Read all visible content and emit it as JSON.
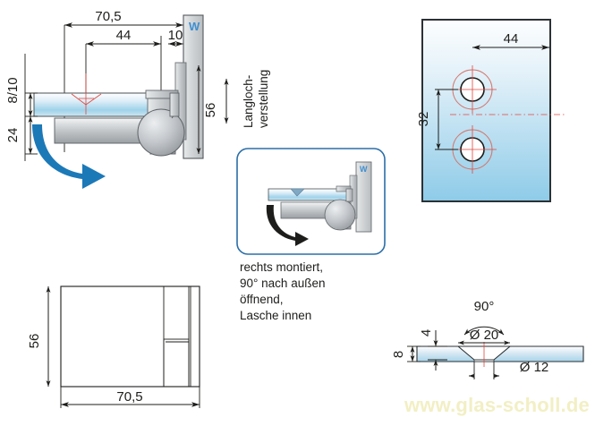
{
  "drawing": {
    "title": "Glass door hinge technical drawing",
    "watermark": "www.glas-scholl.de"
  },
  "views": {
    "main_section": {
      "name": "side-section-view",
      "labels": {
        "wall": "W",
        "dim_total": "70,5",
        "dim_mid": "44",
        "dim_small": "10",
        "dim_glass": "8/10",
        "dim_drop": "24",
        "dim_height": "56"
      }
    },
    "adjust_note": {
      "name": "slot-adjustment-note",
      "line1": "Langloch-",
      "line2": "verstellung"
    },
    "inset": {
      "name": "inset-detail-view",
      "wall_label": "W"
    },
    "mounting_note": {
      "name": "mounting-note",
      "lines": [
        "rechts montiert,",
        "90° nach außen",
        "öffnend,",
        "Lasche innen"
      ]
    },
    "glass_panel": {
      "name": "glass-drilling-view",
      "dim_edge": "44",
      "dim_spacing": "32"
    },
    "plan_view": {
      "name": "plan-view",
      "dim_height": "56",
      "dim_width": "70,5"
    },
    "hole_section": {
      "name": "hole-section-view",
      "dim_angle": "90°",
      "dim_outer": "Ø 20",
      "dim_inner": "Ø 12",
      "dim_thickness": "8",
      "dim_countersink": "4"
    }
  },
  "colors": {
    "glass_light": "#f2f8fc",
    "glass_blue": "#8ecbe8",
    "metal_light": "#f0f1f2",
    "metal_mid": "#c3c6c9",
    "metal_dark": "#8d9195",
    "accent_blue": "#1c79b8",
    "wall_grey": "#c9cbcd",
    "red_center": "#e2453c",
    "watermark": "#f2efc4"
  }
}
